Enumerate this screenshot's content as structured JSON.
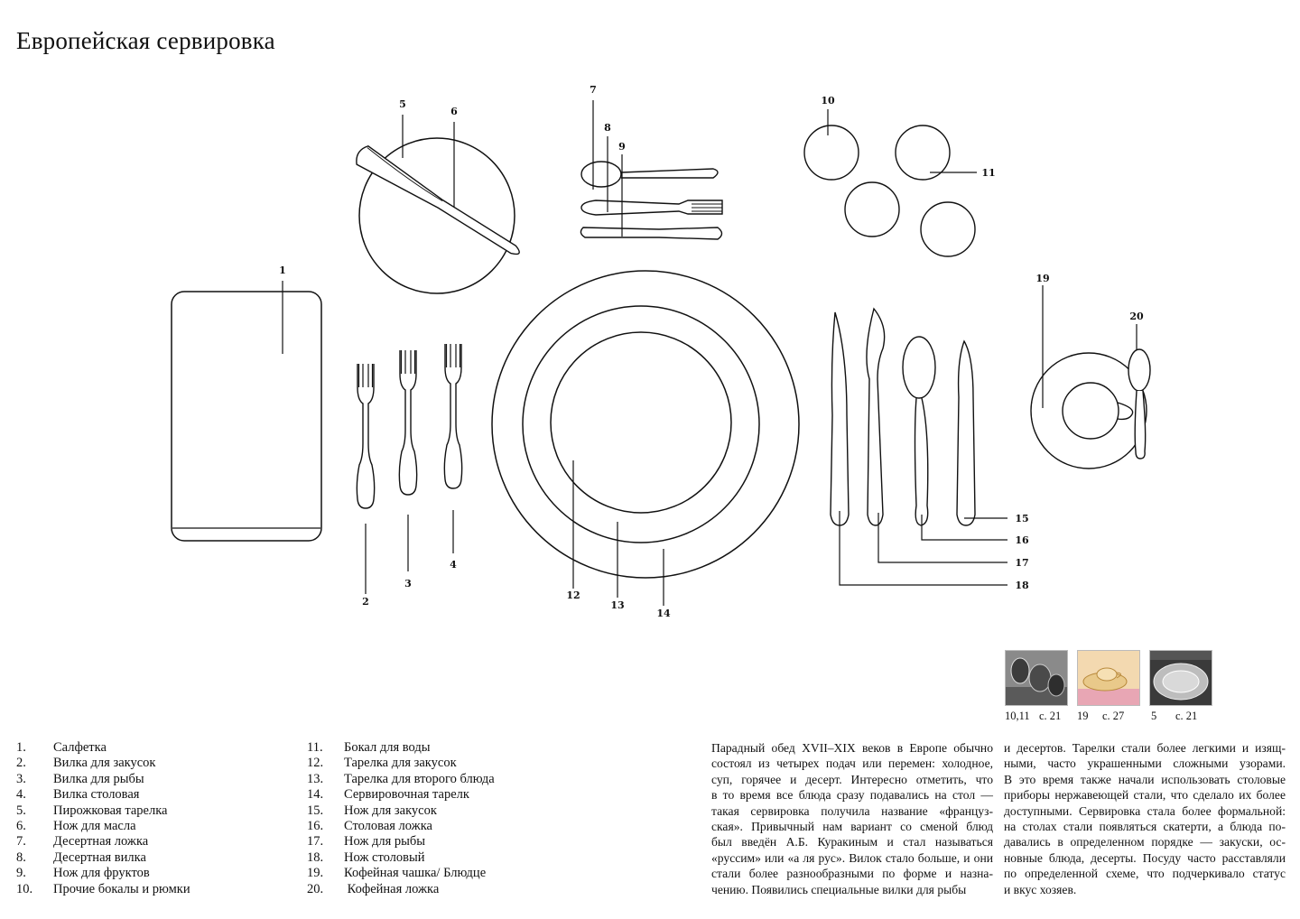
{
  "page": {
    "title": "Европейская сервировка"
  },
  "diagram": {
    "labels": [
      "1",
      "2",
      "3",
      "4",
      "5",
      "6",
      "7",
      "8",
      "9",
      "10",
      "11",
      "12",
      "13",
      "14",
      "15",
      "16",
      "17",
      "18",
      "19",
      "20"
    ]
  },
  "legend": {
    "left": [
      {
        "num": "1.",
        "text": "Салфетка"
      },
      {
        "num": "2.",
        "text": "Вилка для закусок"
      },
      {
        "num": "3.",
        "text": "Вилка для рыбы"
      },
      {
        "num": "4.",
        "text": "Вилка столовая"
      },
      {
        "num": "5.",
        "text": "Пирожковая тарелка"
      },
      {
        "num": "6.",
        "text": "Нож для масла"
      },
      {
        "num": "7.",
        "text": "Десертная ложка"
      },
      {
        "num": "8.",
        "text": "Десертная вилка"
      },
      {
        "num": "9.",
        "text": "Нож для фруктов"
      },
      {
        "num": "10.",
        "text": "Прочие бокалы и рюмки"
      }
    ],
    "right": [
      {
        "num": "11.",
        "text": "Бокал для воды"
      },
      {
        "num": "12.",
        "text": "Тарелка для закусок"
      },
      {
        "num": "13.",
        "text": "Тарелка для второго блюда"
      },
      {
        "num": "14.",
        "text": "Сервировочная тарелк"
      },
      {
        "num": "15.",
        "text": "Нож для закусок"
      },
      {
        "num": "16.",
        "text": "Столовая ложка"
      },
      {
        "num": "17.",
        "text": "Нож для рыбы"
      },
      {
        "num": "18.",
        "text": "Нож столовый"
      },
      {
        "num": "19.",
        "text": "Кофейная чашка/ Блюдце"
      },
      {
        "num": "20.",
        "text": " Кофейная ложка"
      }
    ]
  },
  "thumbnails": [
    {
      "ref": "10,11",
      "page": "с. 21"
    },
    {
      "ref": "19",
      "page": "с. 27"
    },
    {
      "ref": "5",
      "page": "с. 21"
    }
  ],
  "body_text": {
    "col1": [
      "Парадный обед XVII–XIX веков в Европе обычно",
      "состоял из четырех подач или перемен: холодное,",
      "суп, горячее и десерт. Интересно отметить, что",
      "в то время все блюда сразу подавались на стол —",
      "такая сервировка получила название «францyз-",
      "ская». Привычный нам вариант со сменой блюд",
      "был введён А.Б. Куракиным и стал называться",
      "«руссим» или «а ля рус». Вилок стало больше, и они",
      "стали более разнообразными по форме и назна-",
      "чению. Появились специальные вилки для рыбы"
    ],
    "col2": [
      "и десертов. Тарелки стали более легкими и изящ-",
      "ными, часто украшенными сложными узорами.",
      "В это время также начали использовать столовые",
      "приборы нержавеющей стали, что сделало их более",
      "доступными. Сервировка стала более формальной:",
      "на столах стали появляться скатерти, а блюда по-",
      "давались в определенном порядке — закуски, ос-",
      "новные блюда, десерты. Посуду часто расставляли",
      "по определенной схеме, что подчеркивало статус",
      "и вкус хозяев."
    ]
  }
}
